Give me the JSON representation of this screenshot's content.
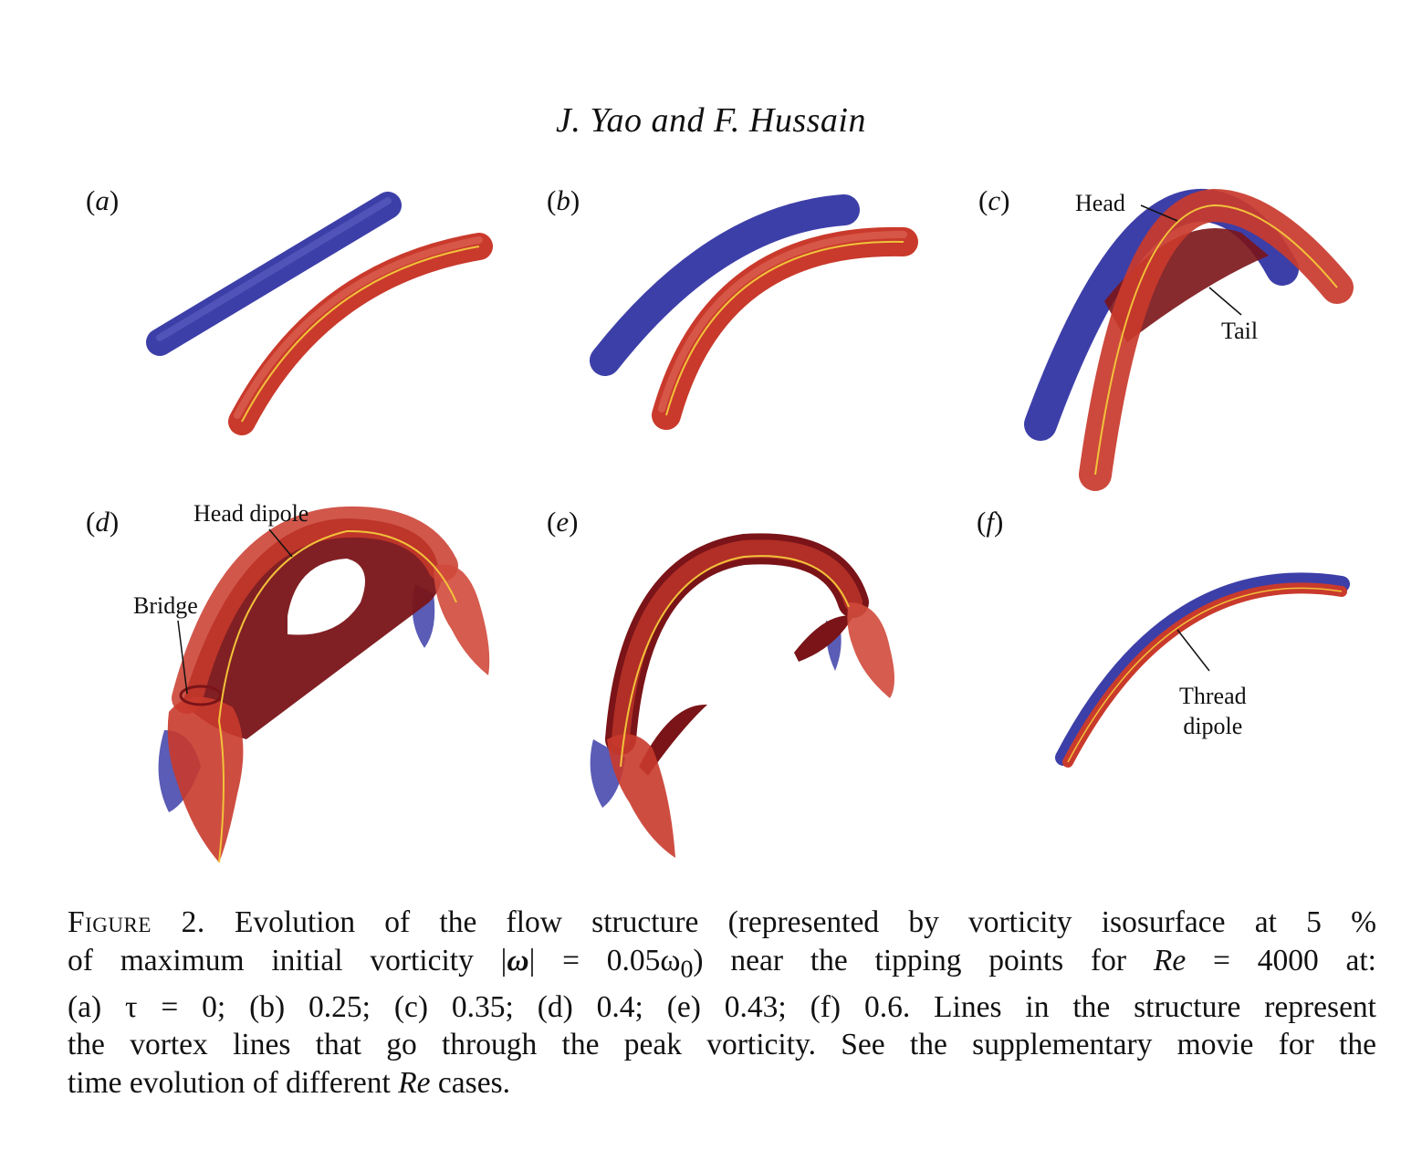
{
  "running_head": "J. Yao and F. Hussain",
  "panels": [
    {
      "id": "a",
      "label": "a",
      "annotations": []
    },
    {
      "id": "b",
      "label": "b",
      "annotations": []
    },
    {
      "id": "c",
      "label": "c",
      "annotations": [
        "Head",
        "Tail"
      ]
    },
    {
      "id": "d",
      "label": "d",
      "annotations": [
        "Head dipole",
        "Bridge"
      ]
    },
    {
      "id": "e",
      "label": "e",
      "annotations": []
    },
    {
      "id": "f",
      "label": "f",
      "annotations": [
        "Thread",
        "dipole"
      ]
    }
  ],
  "colors": {
    "negative_vortex": "#3d3fa8",
    "positive_vortex": "#c93a2c",
    "dark_sheet": "#7a1418",
    "vortex_line": "#f2c23a"
  },
  "caption": {
    "figure_label": "Figure 2.",
    "line1": "Evolution of the flow structure (represented by vorticity isosurface at 5 %",
    "line2_a": "of maximum initial vorticity |",
    "line2_omega": "ω",
    "line2_b": "| = 0.05ω",
    "line2_sub": "0",
    "line2_c": ") near the tipping points for ",
    "line2_re": "Re",
    "line2_d": " = 4000 at:",
    "line3": "(a) τ = 0; (b) 0.25; (c) 0.35; (d) 0.4; (e) 0.43; (f) 0.6. Lines in the structure represent",
    "line4": "the vortex lines that go through the peak vorticity. See the supplementary movie for the",
    "line5_a": "time evolution of different ",
    "line5_re": "Re",
    "line5_b": " cases."
  }
}
